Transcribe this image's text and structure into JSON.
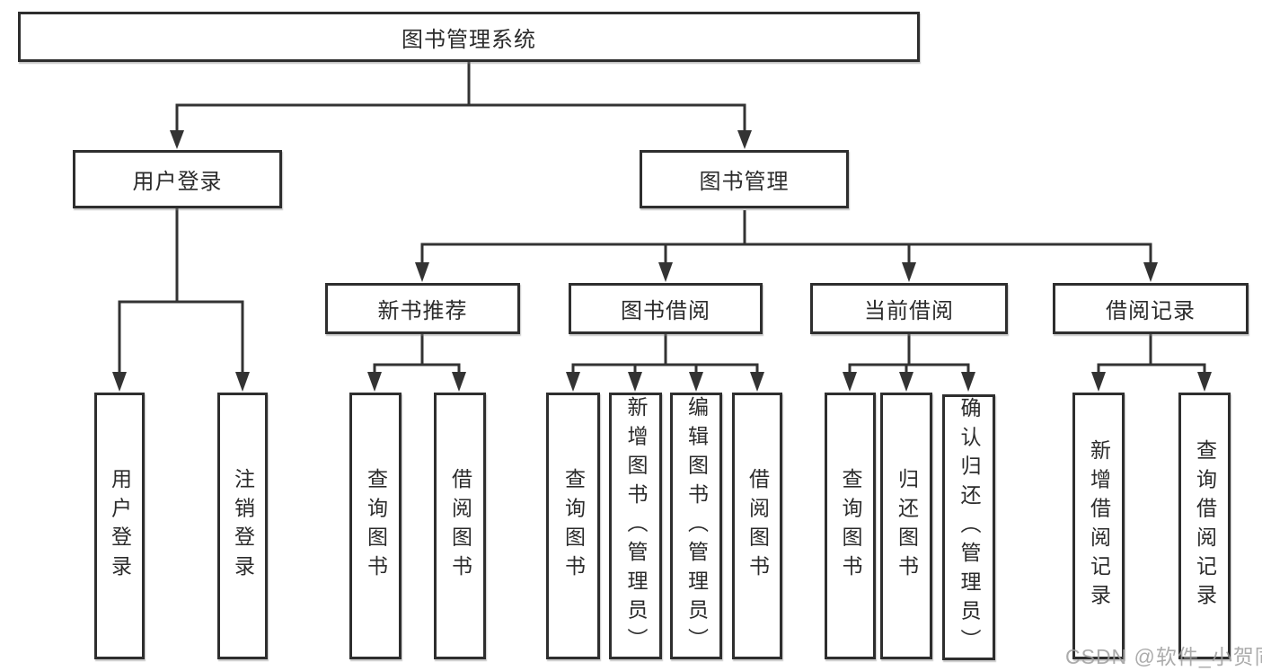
{
  "diagram_title": "图书管理系统",
  "tree": {
    "label": "图书管理系统",
    "children": [
      {
        "label": "用户登录",
        "children": [
          {
            "label": "用户登录"
          },
          {
            "label": "注销登录"
          }
        ]
      },
      {
        "label": "图书管理",
        "children": [
          {
            "label": "新书推荐",
            "children": [
              {
                "label": "查询图书"
              },
              {
                "label": "借阅图书"
              }
            ]
          },
          {
            "label": "图书借阅",
            "children": [
              {
                "label": "查询图书"
              },
              {
                "label": "新增图书（管理员）"
              },
              {
                "label": "编辑图书（管理员）"
              },
              {
                "label": "借阅图书"
              }
            ]
          },
          {
            "label": "当前借阅",
            "children": [
              {
                "label": "查询图书"
              },
              {
                "label": "归还图书"
              },
              {
                "label": "确认归还（管理员）"
              }
            ]
          },
          {
            "label": "借阅记录",
            "children": [
              {
                "label": "新增借阅记录"
              },
              {
                "label": "查询借阅记录"
              }
            ]
          }
        ]
      }
    ]
  },
  "watermark": {
    "text": "CSDN @软件_小贺同学"
  },
  "colors": {
    "background": "#ffffff",
    "line": "#333333",
    "box_border": "#2e2e2e",
    "box_fill": "#ffffff",
    "text": "#2b2b2b",
    "watermark": "#9e9e9e"
  }
}
